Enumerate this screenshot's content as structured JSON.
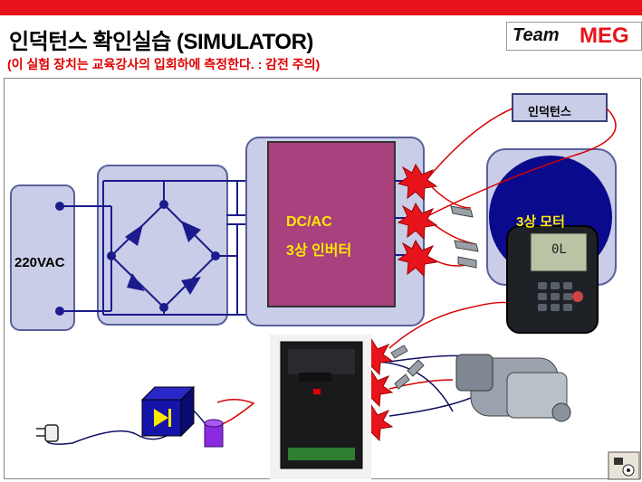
{
  "header": {
    "title": "인덕턴스 확인실습 (SIMULATOR)",
    "subtitle": "(이 실험 장치는 교육강사의 입회하에 측정한다. : 감전 주의)",
    "brand_team": "Team",
    "brand_meg": "MEG"
  },
  "diagram": {
    "source_label": "220VAC",
    "inverter_line1": "DC/AC",
    "inverter_line2": "3상 인버터",
    "motor_label": "3상 모터",
    "inductance_label": "인덕턴스",
    "meter_display": "0L"
  },
  "colors": {
    "accent_red": "#e8141c",
    "panel_fill": "#c9cde8",
    "inverter_fill": "#a8417e",
    "motor_fill": "#0a0a8c",
    "label_yellow": "#ffe800"
  }
}
